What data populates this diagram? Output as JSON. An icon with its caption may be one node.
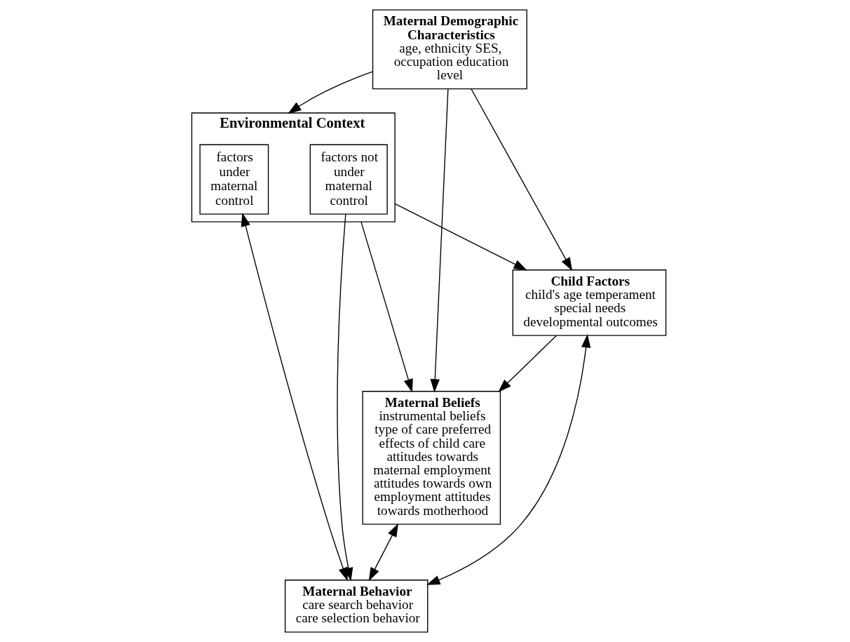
{
  "diagram": {
    "nodes": [
      {
        "text": [
          "Maternal Demographic Characteristics",
          "age, ethnicity SES, occupation education level"
        ]
      },
      {
        "text": [
          "Environmental Context"
        ]
      },
      {
        "text": [
          "factors under maternal control"
        ],
        "in": 1
      },
      {
        "text": [
          "factors not under maternal control"
        ],
        "in": 1
      },
      {
        "text": [
          "Maternal Beliefs",
          "instrumental beliefs type of care preferred effects of child care attitudes towards maternal employment attitudes towards own employment attitudes towards motherhood"
        ]
      },
      {
        "text": [
          "Child Factors",
          "child's age temperament special needs developmental outcomes"
        ]
      },
      {
        "text": [
          "Maternal Behavior",
          "care search behavior care selection behavior"
        ]
      }
    ],
    "edges": [
      {
        "from": 0,
        "to": 1,
        "arrow": "to"
      },
      {
        "from": 0,
        "to": 4,
        "arrow": "to"
      },
      {
        "from": 0,
        "to": 5,
        "arrow": "to"
      },
      {
        "from": 1,
        "to": 5,
        "arrow": "to"
      },
      {
        "from": 1,
        "to": 4,
        "arrow": "to"
      },
      {
        "from": 5,
        "to": 4,
        "arrow": "to"
      },
      {
        "from": 4,
        "to": 6,
        "arrow": "both"
      },
      {
        "from": 3,
        "to": 6,
        "arrow": "to"
      },
      {
        "from": 2,
        "to": 6,
        "arrow": "both"
      },
      {
        "from": 5,
        "to": 6,
        "arrow": "both"
      }
    ]
  }
}
